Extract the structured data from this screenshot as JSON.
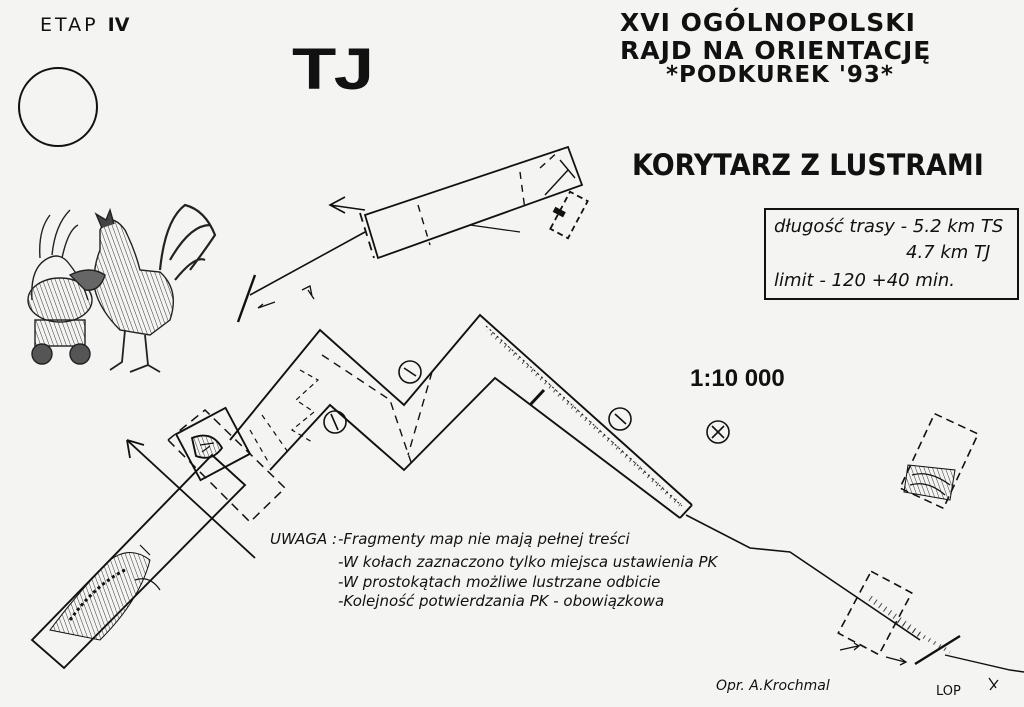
{
  "stage": {
    "label": "ETAP",
    "number": "IV"
  },
  "category": "TJ",
  "header": {
    "line1": "XVI OGÓLNOPOLSKI",
    "line2": "RAJD NA ORIENTACJĘ",
    "line3": "*PODKUREK '93*"
  },
  "map_title": "KORYTARZ Z LUSTRAMI",
  "route_info": {
    "length_ts": "długość trasy - 5.2 km TS",
    "length_tj": "4.7 km TJ",
    "limit": "limit - 120 +40 min."
  },
  "scale": "1:10 000",
  "note": {
    "heading": "UWAGA :",
    "items": [
      "-Fragmenty map nie mają pełnej treści",
      "-W kołach zaznaczono tylko miejsca ustawienia PK",
      "-W prostokątach możliwe lustrzane odbicie",
      "-Kolejność potwierdzania PK - obowiązkowa"
    ]
  },
  "author": "Opr. A.Krochmal",
  "finish_label": "LOP",
  "colors": {
    "ink": "#111111",
    "paper": "#f4f4f2"
  },
  "icons": [
    "rooster-illustration-icon",
    "start-arrow-icon",
    "mirror-line-icon",
    "control-point-circle-icon",
    "x-circle-marker-icon"
  ]
}
